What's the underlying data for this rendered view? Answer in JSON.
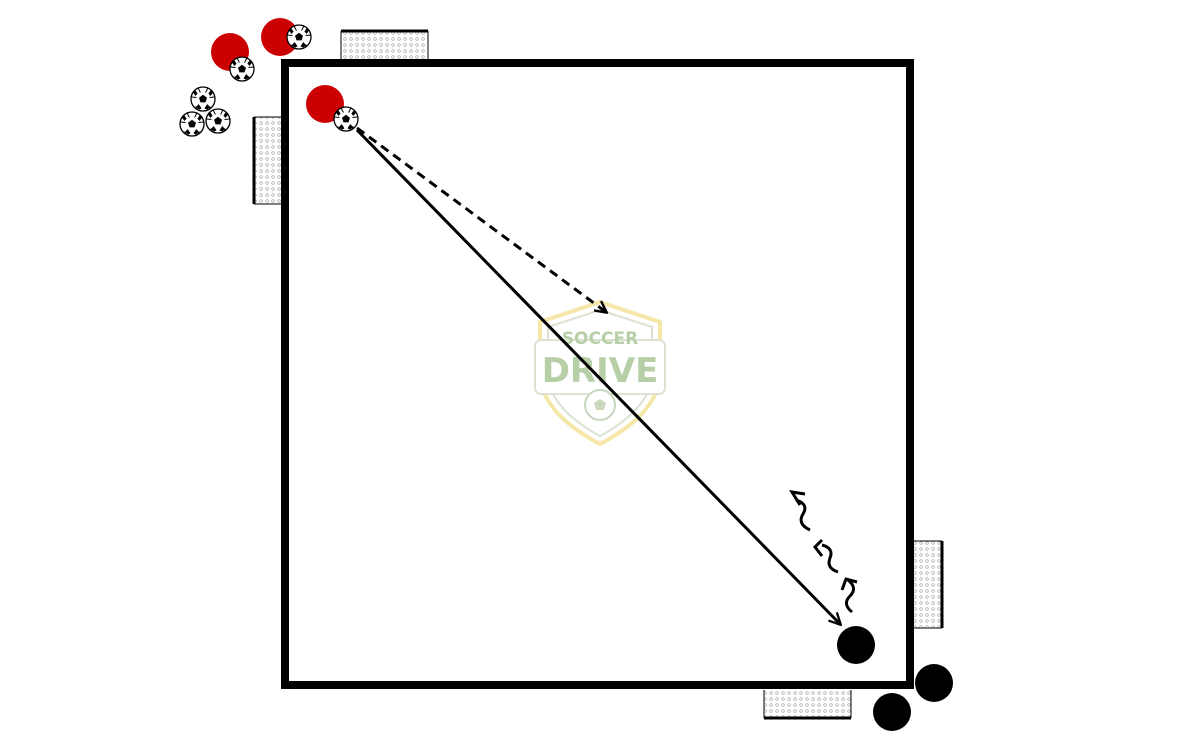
{
  "diagram": {
    "colors": {
      "field_line": "#000000",
      "attacker_team": "#cc0000",
      "defender_team": "#000000",
      "goal_net": "#d8d8d8",
      "background": "#ffffff"
    },
    "players": [
      {
        "id": "red-1",
        "team": "red",
        "role": "waiting"
      },
      {
        "id": "red-2",
        "team": "red",
        "role": "waiting"
      },
      {
        "id": "red-3",
        "team": "red",
        "role": "passer"
      },
      {
        "id": "black-1",
        "team": "black",
        "role": "receiver"
      },
      {
        "id": "black-2",
        "team": "black",
        "role": "waiting"
      },
      {
        "id": "black-3",
        "team": "black",
        "role": "waiting"
      }
    ],
    "goals": [
      {
        "id": "goal-top-left-a",
        "side": "top"
      },
      {
        "id": "goal-top-left-b",
        "side": "left"
      },
      {
        "id": "goal-bottom-right-a",
        "side": "right"
      },
      {
        "id": "goal-bottom-right-b",
        "side": "bottom"
      }
    ],
    "arrows": [
      {
        "id": "pass-arrow",
        "type": "pass",
        "style": "solid"
      },
      {
        "id": "run-arrow",
        "type": "run",
        "style": "dashed"
      },
      {
        "id": "dribble-arrows",
        "type": "dribble",
        "style": "wavy"
      }
    ],
    "ball_count": 6
  },
  "watermark": {
    "line1": "SOCCER",
    "line2": "DRIVE",
    "colors": {
      "shield_outline": "#f2e08a",
      "text": "#9fc08a"
    }
  }
}
